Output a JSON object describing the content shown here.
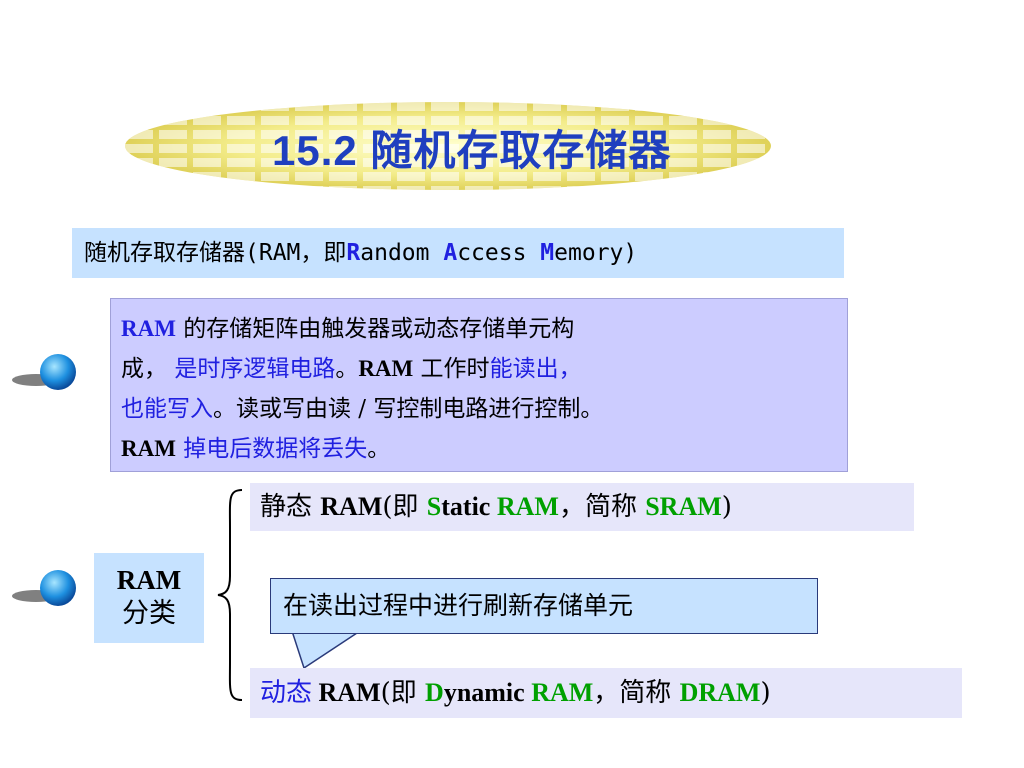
{
  "title": "15.2   随机存取存储器",
  "definition": {
    "prefix": "随机存取存储器(RAM，即",
    "R": "R",
    "andom": "andom ",
    "A": "A",
    "ccess": "ccess ",
    "M": "M",
    "emory": "emory)"
  },
  "description": {
    "l1_ram": "RAM",
    "l1_text": " 的存储矩阵由触发器或动态存储单元构",
    "l2_a": "成， ",
    "l2_blue": "是时序逻辑电路",
    "l2_b": "。",
    "l2_ram": "RAM",
    "l2_c": " 工作时",
    "l2_blue2": "能读出，",
    "l3_blue": " 也能写入",
    "l3_text": "。读或写由读 / 写控制电路进行控制。",
    "l4_ram": " RAM",
    "l4_blue": " 掉电后数据将丢失",
    "l4_end": "。"
  },
  "classification": {
    "l1": "RAM",
    "l2": "分类"
  },
  "static_ram": {
    "a": "静态 ",
    "ram": "RAM",
    "b": "(即 ",
    "S": "S",
    "tatic": "tatic ",
    "green_ram": "RAM",
    "c": "，简称 ",
    "abbr": "SRAM",
    "d": ")"
  },
  "callout": "在读出过程中进行刷新存储单元",
  "dynamic_ram": {
    "a": "动态",
    "ram": " RAM",
    "b": "(即 ",
    "D": "D",
    "ynamic": "ynamic ",
    "green_ram": "RAM",
    "c": "，简称 ",
    "abbr": "DRAM",
    "d": ")"
  },
  "colors": {
    "title": "#1f3fbf",
    "accent_blue": "#2020e0",
    "accent_green": "#00a000",
    "box_lavender": "#ccccff",
    "box_lightblue": "#c6e2ff"
  }
}
